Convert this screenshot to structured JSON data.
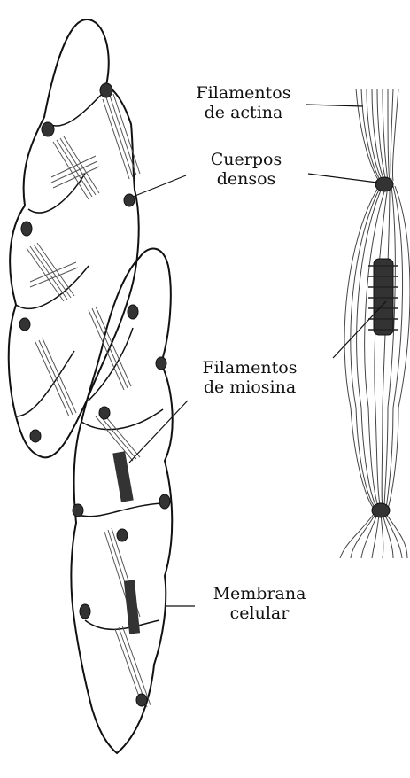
{
  "labels": {
    "actin_filaments": [
      "Filamentos",
      "de actina"
    ],
    "dense_bodies": [
      "Cuerpos",
      "densos"
    ],
    "myosin_filaments": [
      "Filamentos",
      "de miosina"
    ],
    "cell_membrane": [
      "Membrana",
      "celular"
    ]
  },
  "colors": {
    "ink": "#111111",
    "filament": "#555555",
    "dense_body": "#333333",
    "background": "#ffffff"
  }
}
